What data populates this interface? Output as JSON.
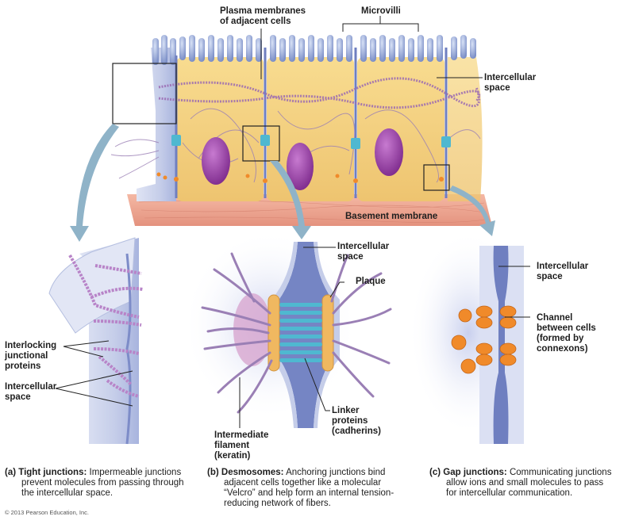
{
  "figure": {
    "top_labels": {
      "plasma_membranes": [
        "Plasma membranes",
        "of adjacent cells"
      ],
      "microvilli": "Microvilli",
      "intercellular_space": [
        "Intercellular",
        "space"
      ],
      "basement_membrane": "Basement membrane"
    },
    "panel_a": {
      "interlocking": [
        "Interlocking",
        "junctional",
        "proteins"
      ],
      "intercellular_space": [
        "Intercellular",
        "space"
      ],
      "caption_letter": "(a)",
      "caption_title": "Tight junctions:",
      "caption_lines": [
        "Impermeable junctions",
        "prevent molecules from passing through",
        "the intercellular space."
      ]
    },
    "panel_b": {
      "intercellular_space": [
        "Intercellular",
        "space"
      ],
      "plaque": "Plaque",
      "linker": [
        "Linker",
        "proteins",
        "(cadherins)"
      ],
      "filament": [
        "Intermediate",
        "filament",
        "(keratin)"
      ],
      "caption_letter": "(b)",
      "caption_title": "Desmosomes:",
      "caption_lines": [
        "Anchoring junctions bind",
        "adjacent cells together like a molecular",
        "“Velcro” and help form an internal tension-",
        "reducing network of fibers."
      ]
    },
    "panel_c": {
      "intercellular_space": [
        "Intercellular",
        "space"
      ],
      "channel": [
        "Channel",
        "between cells",
        "(formed by",
        "connexons)"
      ],
      "caption_letter": "(c)",
      "caption_title": "Gap junctions:",
      "caption_lines": [
        "Communicating junctions",
        "allow ions and small molecules to pass",
        "for intercellular communication."
      ]
    },
    "copyright": "© 2013 Pearson Education, Inc."
  },
  "colors": {
    "cytoplasm": "#f2cf7a",
    "membrane": "#b8c4e6",
    "space": "#6f7fc0",
    "nucleus": "#9a3fa6",
    "filament": "#9a7fb5",
    "junction_protein": "#b884c8",
    "cadherin": "#4fb8d0",
    "plaque": "#f0b860",
    "connexon": "#f08a2a",
    "basement": "#f0a896",
    "arrow": "#8fb3c8"
  }
}
